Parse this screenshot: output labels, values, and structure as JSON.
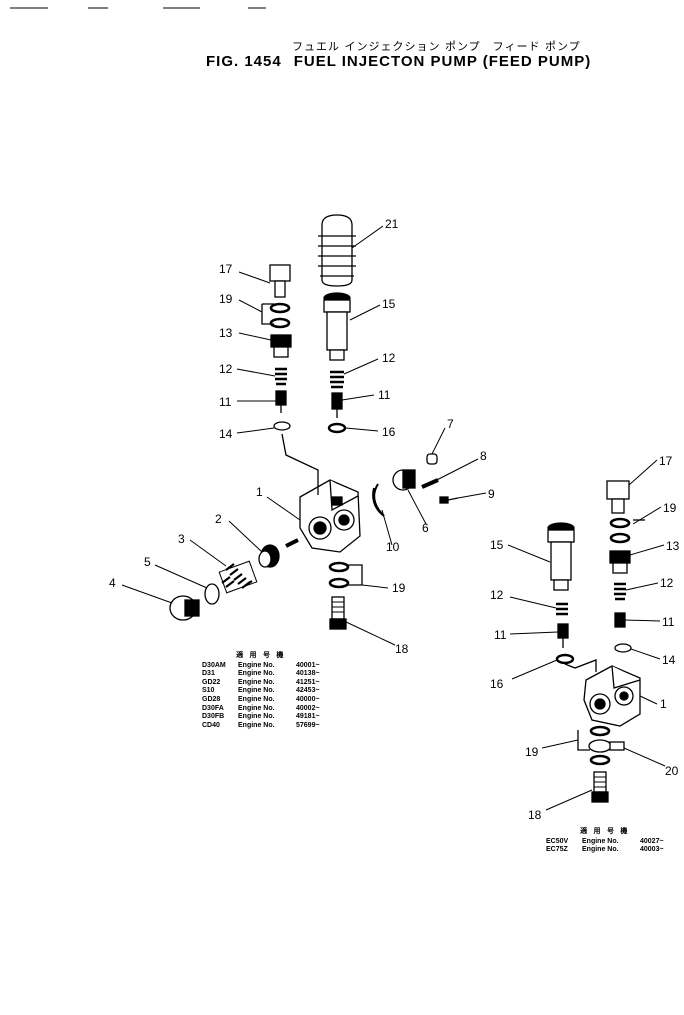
{
  "title": {
    "japanese": "フュエル インジェクション ポンプ　フィード ポンプ",
    "fig": "FIG. 1454",
    "english": "FUEL INJECTON PUMP (FEED PUMP)"
  },
  "applicability_left": {
    "header": "適 用 号 機",
    "rows": [
      {
        "model": "D30AM",
        "engine": "Engine No.",
        "number": "40001~"
      },
      {
        "model": "D31",
        "engine": "Engine No.",
        "number": "40138~"
      },
      {
        "model": "GD22",
        "engine": "Engine No.",
        "number": "41251~"
      },
      {
        "model": "S10",
        "engine": "Engine No.",
        "number": "42453~"
      },
      {
        "model": "GD28",
        "engine": "Engine No.",
        "number": "40000~"
      },
      {
        "model": "D30FA",
        "engine": "Engine No.",
        "number": "40002~"
      },
      {
        "model": "D30FB",
        "engine": "Engine No.",
        "number": "49181~"
      },
      {
        "model": "CD40",
        "engine": "Engine No.",
        "number": "57699~"
      }
    ]
  },
  "applicability_right": {
    "header": "適 用 号 機",
    "rows": [
      {
        "model": "EC50V",
        "engine": "Engine No.",
        "number": "40027~"
      },
      {
        "model": "EC75Z",
        "engine": "Engine No.",
        "number": "40003~"
      }
    ]
  },
  "callouts": {
    "l1": "1",
    "l2": "2",
    "l3": "3",
    "l4": "4",
    "l5": "5",
    "l6": "6",
    "l7": "7",
    "l8": "8",
    "l9": "9",
    "l10": "10",
    "l11a": "11",
    "l11b": "11",
    "l12a": "12",
    "l12b": "12",
    "l13": "13",
    "l14": "14",
    "l15": "15",
    "l16": "16",
    "l17": "17",
    "l18": "18",
    "l19a": "19",
    "l19b": "19",
    "l21": "21",
    "r1": "1",
    "r11a": "11",
    "r11b": "11",
    "r12a": "12",
    "r12b": "12",
    "r13": "13",
    "r14": "14",
    "r15": "15",
    "r16": "16",
    "r17": "17",
    "r18": "18",
    "r19a": "19",
    "r19b": "19",
    "r20": "20"
  }
}
